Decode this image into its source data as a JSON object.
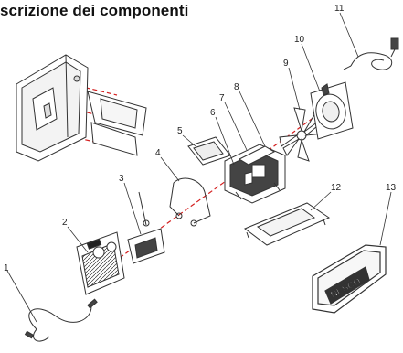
{
  "page": {
    "title": "scrizione dei componenti"
  },
  "callouts": [
    "1",
    "2",
    "3",
    "4",
    "5",
    "6",
    "7",
    "8",
    "9",
    "10",
    "11",
    "12",
    "13"
  ],
  "brand_plate_text": "NESCO",
  "colors": {
    "line": "#333333",
    "guide": "#d42020",
    "background": "#ffffff"
  }
}
